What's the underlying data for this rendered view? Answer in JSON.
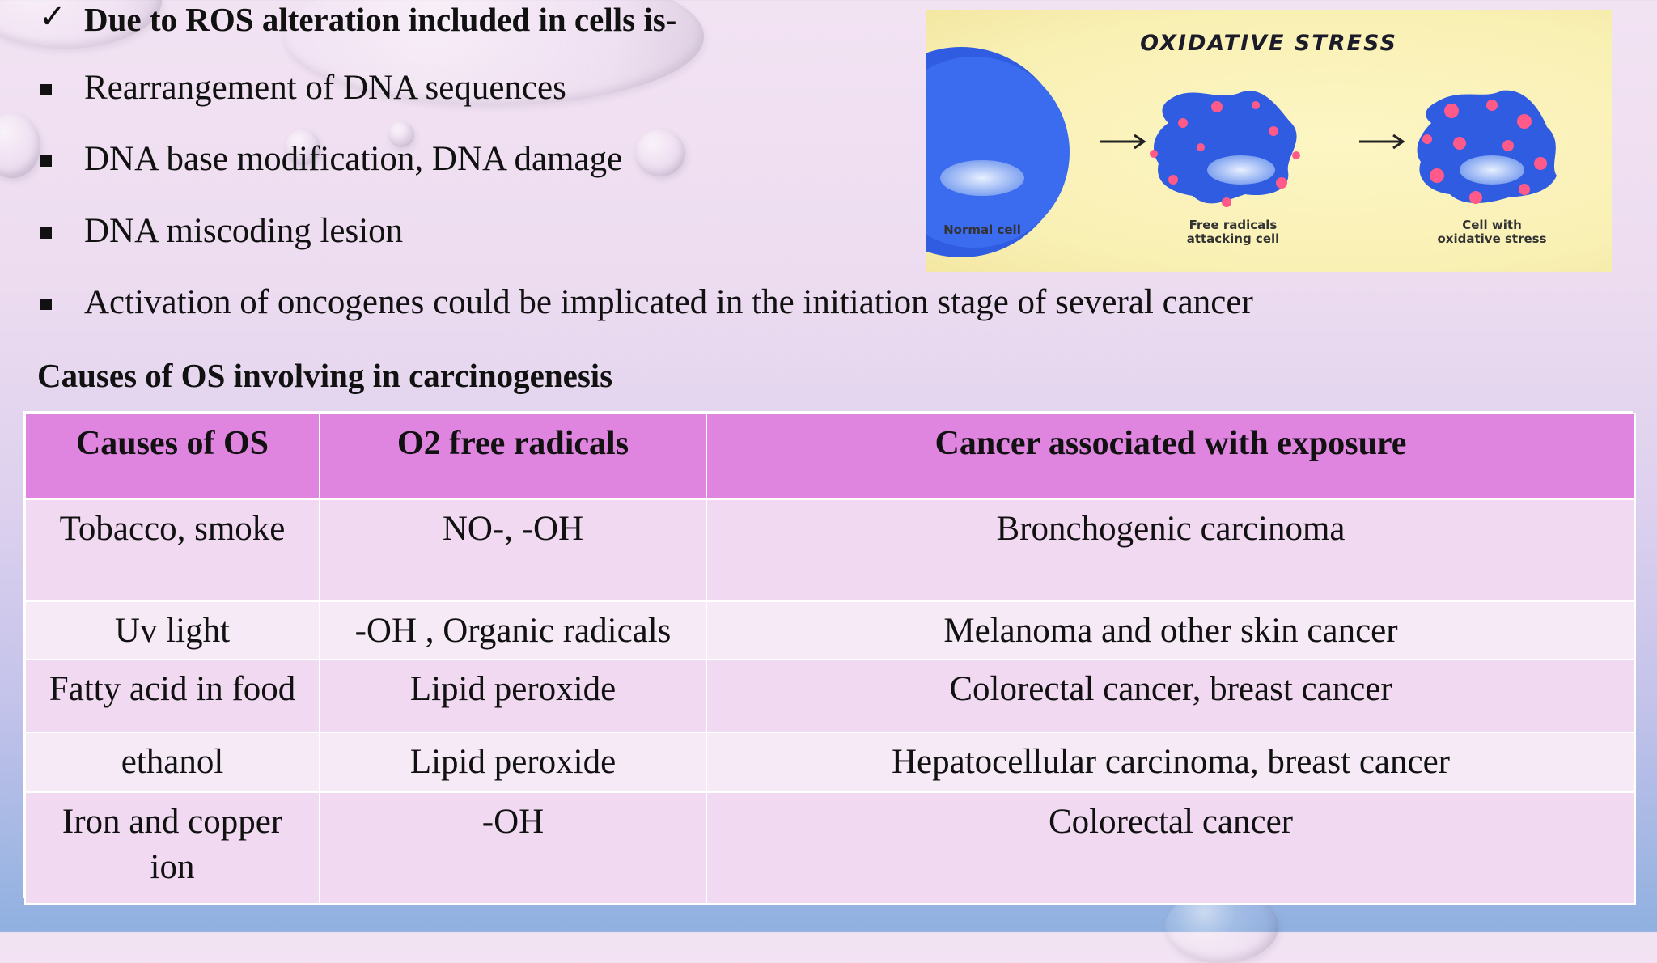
{
  "slide": {
    "check_heading": "Due to ROS alteration included in cells is-",
    "bullets": [
      "Rearrangement of DNA sequences",
      "DNA base modification, DNA damage",
      "DNA miscoding lesion",
      "Activation of oncogenes could be implicated in the initiation stage of several cancer"
    ],
    "section_heading": "Causes of OS involving in carcinogenesis"
  },
  "figure": {
    "title": "OXIDATIVE STRESS",
    "labels": {
      "normal": "Normal cell",
      "attacking_1": "Free radicals",
      "attacking_2": "attacking cell",
      "stressed_1": "Cell with",
      "stressed_2": "oxidative stress"
    },
    "arrow": "→"
  },
  "table": {
    "headers": [
      "Causes of OS",
      "O2 free radicals",
      "Cancer associated with exposure"
    ],
    "rows": [
      [
        "Tobacco, smoke",
        "NO-, -OH",
        "Bronchogenic carcinoma"
      ],
      [
        "Uv light",
        "-OH , Organic radicals",
        "Melanoma and other skin cancer"
      ],
      [
        "Fatty acid in food",
        "Lipid peroxide",
        "Colorectal cancer, breast cancer"
      ],
      [
        "ethanol",
        "Lipid peroxide",
        "Hepatocellular carcinoma, breast cancer"
      ],
      [
        "Iron and copper ion",
        "-OH",
        "Colorectal cancer"
      ]
    ]
  },
  "colors": {
    "header_bg": "#df85df",
    "row_dark": "#f1daf1",
    "row_light": "#f7eaf7",
    "cell_blue": "#2f5ce0",
    "radical_pink": "#ff5a8a"
  }
}
